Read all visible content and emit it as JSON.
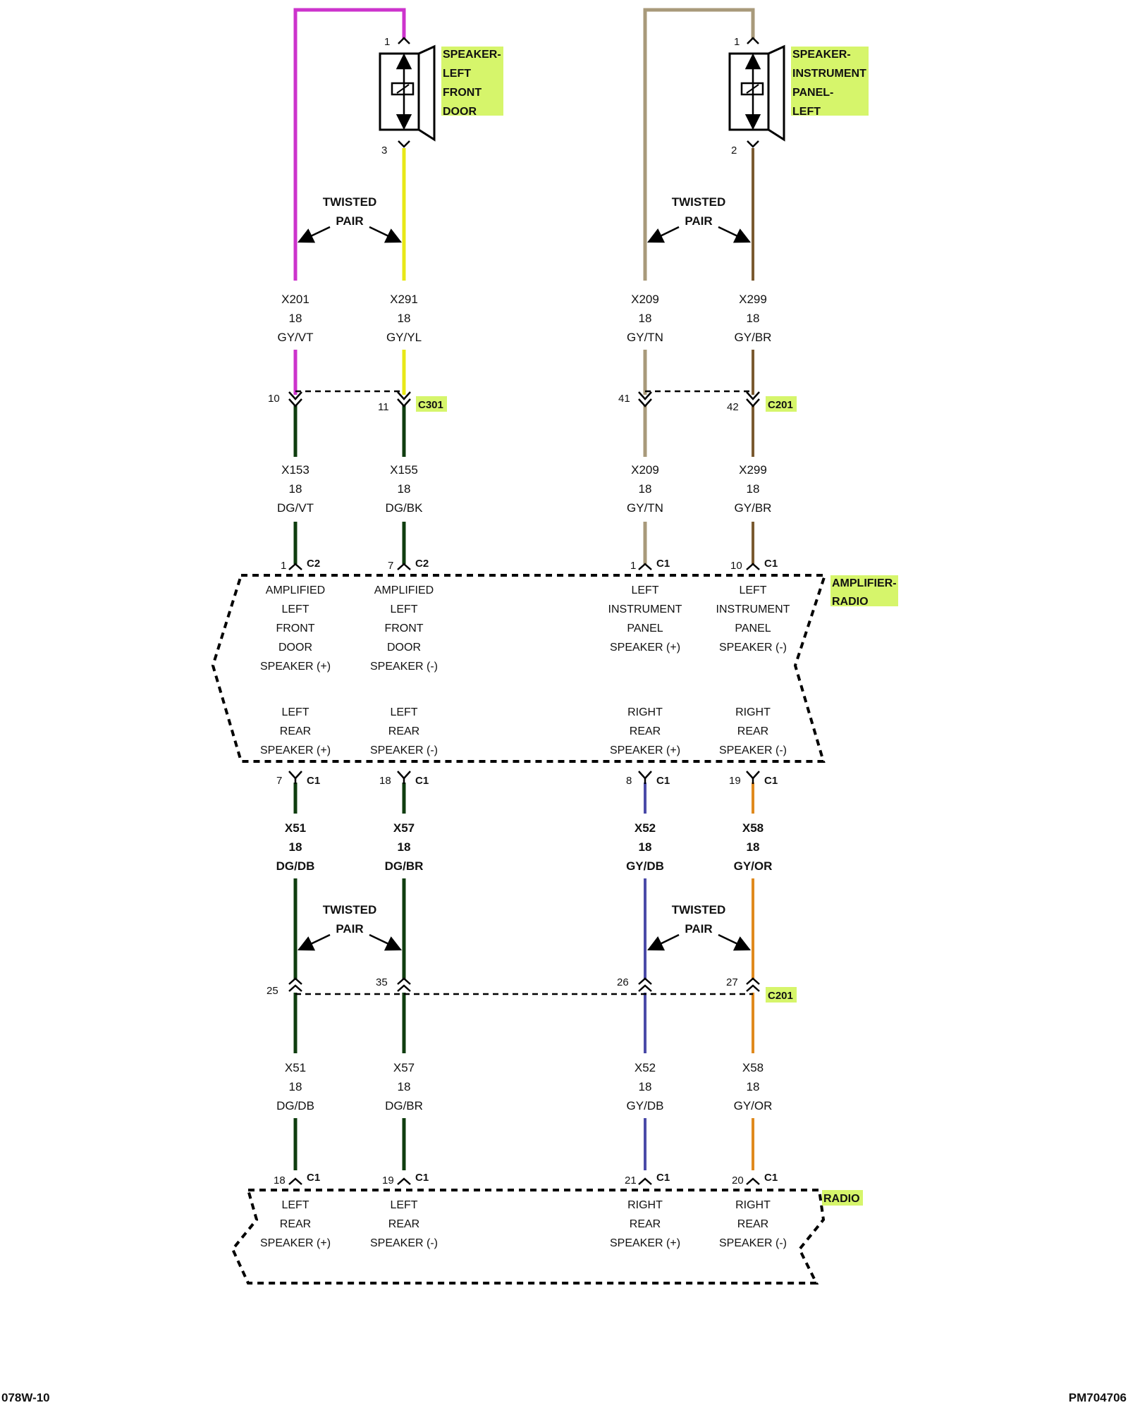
{
  "colors": {
    "violet": "#cc33cc",
    "yellow": "#e8e817",
    "tan": "#a89a7a",
    "brown": "#7a5a30",
    "dark_green": "#0f3d0f",
    "dark_blue": "#4a4aa8",
    "orange": "#e08a1e",
    "highlight": "#d6f56b"
  },
  "components": {
    "speaker_lf": [
      "SPEAKER-",
      "LEFT",
      "FRONT",
      "DOOR"
    ],
    "speaker_ip": [
      "SPEAKER-",
      "INSTRUMENT",
      "PANEL-",
      "LEFT"
    ],
    "amp": [
      "AMPLIFIER-",
      "RADIO"
    ],
    "radio": "RADIO"
  },
  "twisted_pair": [
    "TWISTED",
    "PAIR"
  ],
  "connectors": {
    "c301": "C301",
    "c201": "C201",
    "c2": "C2",
    "c1": "C1"
  },
  "pins": {
    "spk_lf_top": "1",
    "spk_lf_bot": "3",
    "spk_ip_top": "1",
    "spk_ip_bot": "2",
    "c301_a": "10",
    "c301_b": "11",
    "c201_a": "41",
    "c201_b": "42",
    "amp_top": [
      "1",
      "7",
      "1",
      "10"
    ],
    "amp_bot": [
      "7",
      "18",
      "8",
      "19"
    ],
    "c201_lo": [
      "25",
      "35",
      "26",
      "27"
    ],
    "radio": [
      "18",
      "19",
      "21",
      "20"
    ]
  },
  "wires": {
    "r1": [
      [
        "X201",
        "18",
        "GY/VT"
      ],
      [
        "X291",
        "18",
        "GY/YL"
      ],
      [
        "X209",
        "18",
        "GY/TN"
      ],
      [
        "X299",
        "18",
        "GY/BR"
      ]
    ],
    "r2": [
      [
        "X153",
        "18",
        "DG/VT"
      ],
      [
        "X155",
        "18",
        "DG/BK"
      ],
      [
        "X209",
        "18",
        "GY/TN"
      ],
      [
        "X299",
        "18",
        "GY/BR"
      ]
    ],
    "r3": [
      [
        "X51",
        "18",
        "DG/DB"
      ],
      [
        "X57",
        "18",
        "DG/BR"
      ],
      [
        "X52",
        "18",
        "GY/DB"
      ],
      [
        "X58",
        "18",
        "GY/OR"
      ]
    ],
    "r4": [
      [
        "X51",
        "18",
        "DG/DB"
      ],
      [
        "X57",
        "18",
        "DG/BR"
      ],
      [
        "X52",
        "18",
        "GY/DB"
      ],
      [
        "X58",
        "18",
        "GY/OR"
      ]
    ]
  },
  "amp_labels": {
    "top": [
      [
        "AMPLIFIED",
        "LEFT",
        "FRONT",
        "DOOR",
        "SPEAKER (+)"
      ],
      [
        "AMPLIFIED",
        "LEFT",
        "FRONT",
        "DOOR",
        "SPEAKER (-)"
      ],
      [
        "LEFT",
        "INSTRUMENT",
        "PANEL",
        "SPEAKER (+)"
      ],
      [
        "LEFT",
        "INSTRUMENT",
        "PANEL",
        "SPEAKER (-)"
      ]
    ],
    "bottom": [
      [
        "LEFT",
        "REAR",
        "SPEAKER (+)"
      ],
      [
        "LEFT",
        "REAR",
        "SPEAKER (-)"
      ],
      [
        "RIGHT",
        "REAR",
        "SPEAKER (+)"
      ],
      [
        "RIGHT",
        "REAR",
        "SPEAKER (-)"
      ]
    ]
  },
  "radio_labels": [
    [
      "LEFT",
      "REAR",
      "SPEAKER (+)"
    ],
    [
      "LEFT",
      "REAR",
      "SPEAKER (-)"
    ],
    [
      "RIGHT",
      "REAR",
      "SPEAKER (+)"
    ],
    [
      "RIGHT",
      "REAR",
      "SPEAKER (-)"
    ]
  ],
  "footer": {
    "left": "078W-10",
    "right": "PM704706"
  }
}
